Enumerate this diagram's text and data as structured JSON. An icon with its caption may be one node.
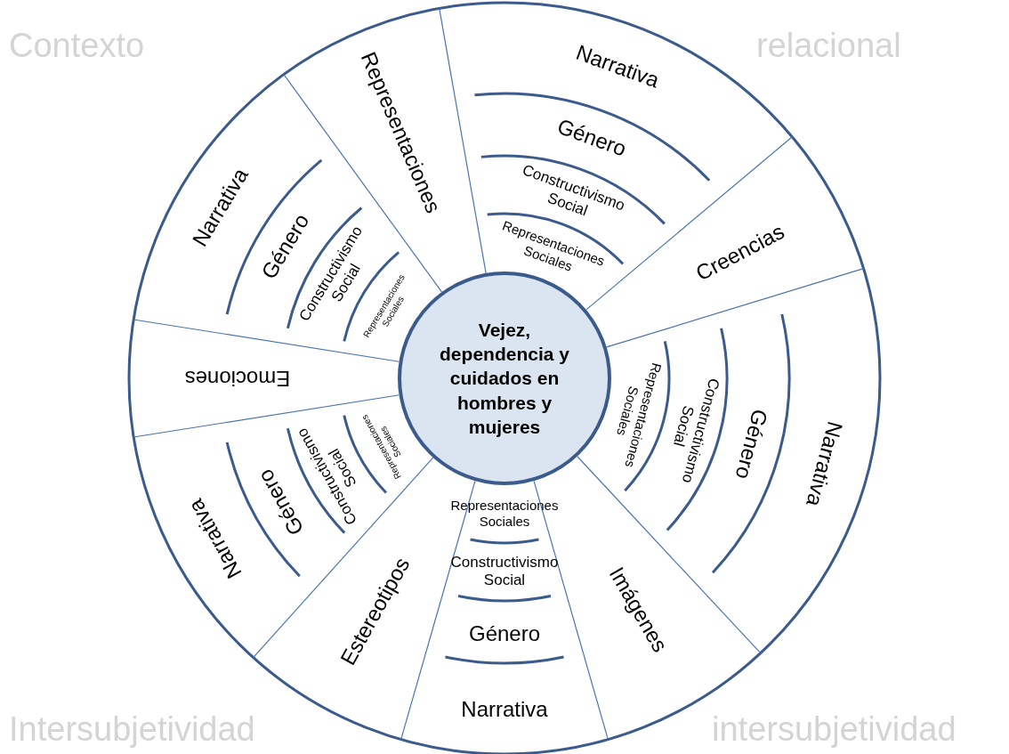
{
  "diagram": {
    "nodes": [
      {
        "text": [
          "Vejez, dependencia y cuidados en hombres y mujeres"
        ]
      },
      {
        "text": [
          "Representaciones"
        ]
      },
      {
        "text": [
          "Narrativa"
        ]
      },
      {
        "text": [
          "Género"
        ]
      },
      {
        "text": [
          "Constructivismo Social"
        ]
      },
      {
        "text": [
          "Representaciones Sociales"
        ]
      },
      {
        "text": [
          "Creencias"
        ]
      },
      {
        "text": [
          "Representaciones Sociales"
        ]
      },
      {
        "text": [
          "Constructivismo Social"
        ]
      },
      {
        "text": [
          "Género"
        ]
      },
      {
        "text": [
          "Narrativa"
        ]
      },
      {
        "text": [
          "Imágenes"
        ]
      },
      {
        "text": [
          "Representaciones Sociales"
        ]
      },
      {
        "text": [
          "Constructivismo Social"
        ]
      },
      {
        "text": [
          "Género"
        ]
      },
      {
        "text": [
          "Narrativa"
        ]
      },
      {
        "text": [
          "Estereotipos"
        ]
      },
      {
        "text": [
          "Representaciones Sociales"
        ]
      },
      {
        "text": [
          "Constructivismo Social"
        ]
      },
      {
        "text": [
          "Género"
        ]
      },
      {
        "text": [
          "Narrativa"
        ]
      },
      {
        "text": [
          "Emociones"
        ]
      },
      {
        "text": [
          "Narrativa"
        ]
      },
      {
        "text": [
          "Género"
        ]
      },
      {
        "text": [
          "Constructivismo Social"
        ]
      },
      {
        "text": [
          "Representaciones Sociales"
        ]
      }
    ],
    "labels": [
      "Contexto",
      "relacional",
      "Intersubjetividad",
      "intersubjetividad"
    ]
  }
}
